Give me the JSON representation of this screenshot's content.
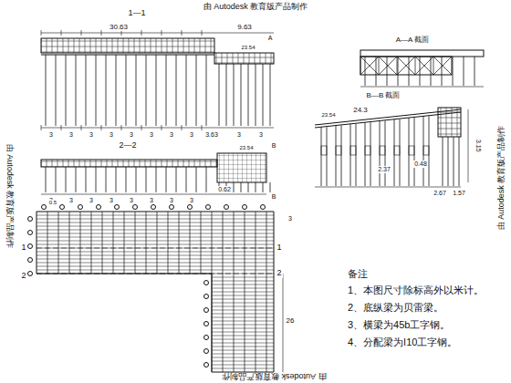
{
  "diagram": {
    "labels": [
      "由 Autodesk 教育版产品制作",
      "由 Autodesk 教育版产品制作",
      "由 Autodesk 教育版产品制作",
      "由 Autodesk 教育版产品制作",
      "1—1",
      "30.63",
      "9.63",
      "23.54",
      "3",
      "3",
      "3",
      "3",
      "3",
      "3",
      "3",
      "3",
      "3.63",
      "3",
      "3",
      "2—2",
      "3",
      "3",
      "3",
      "3",
      "3",
      "3",
      "3",
      "3",
      "0.62",
      "23.54",
      "A—A 截面",
      "B—B 截面",
      "24.3",
      "23.54",
      "3.15",
      "2.37",
      "0.48",
      "2.67",
      "1.57",
      "0.5",
      "3",
      "26",
      "1",
      "2",
      "1",
      "2",
      "A",
      "B",
      "B",
      "备注",
      "1、本图尺寸除标高外以米计。",
      "2、底纵梁为贝雷梁。",
      "3、横梁为45b工字钢。",
      "4、分配梁为I10工字钢。"
    ]
  }
}
